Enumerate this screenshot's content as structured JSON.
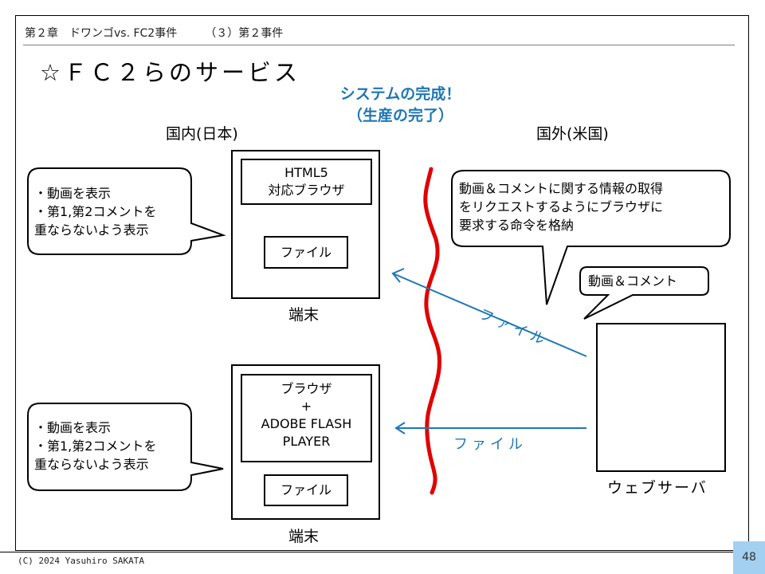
{
  "header": {
    "breadcrumb": "第２章　ドワンゴvs. FC2事件　　　（３）第２事件"
  },
  "slide": {
    "title": "☆ＦＣ２らのサービス",
    "headline_line1": "システムの完成！",
    "headline_line2": "（生産の完了）",
    "headline_color": "#1f77b4",
    "domestic_label": "国内(日本)",
    "overseas_label": "国外(米国)"
  },
  "terminal_top": {
    "browser_line1": "HTML5",
    "browser_line2": "対応ブラウザ",
    "file_label": "ファイル",
    "caption": "端末"
  },
  "terminal_bottom": {
    "browser_line1": "ブラウザ",
    "browser_line2": "+",
    "browser_line3": "ADOBE FLASH",
    "browser_line4": "PLAYER",
    "file_label": "ファイル",
    "caption": "端末"
  },
  "bubbles": {
    "left_top": "・動画を表示\n・第1,第2コメントを\n重ならないよう表示",
    "left_bottom": "・動画を表示\n・第1,第2コメントを\n重ならないよう表示",
    "file_instruction": "動画＆コメントに関する情報の取得\nをリクエストするようにブラウザに\n要求する命令を格納",
    "video_comment": "動画＆コメント"
  },
  "server": {
    "caption": "ウェブサーバ"
  },
  "arrows": {
    "top_label": "ファイル",
    "bottom_label": "ファイル",
    "color": "#1f77b4",
    "border_color": "#e00000"
  },
  "footer": {
    "copyright": "(C) 2024 Yasuhiro SAKATA",
    "page_number": "48"
  }
}
